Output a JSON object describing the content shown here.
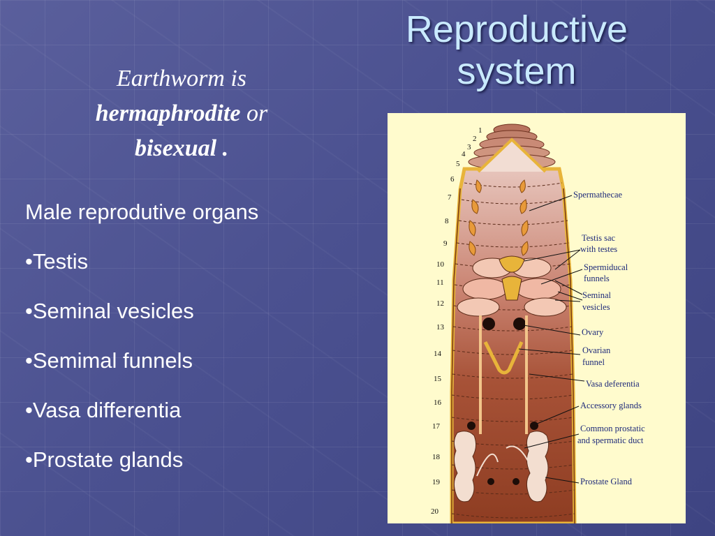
{
  "slide": {
    "title_line1": "Reproductive",
    "title_line2": "system",
    "intro": {
      "w1": "Earthworm is",
      "w2": "hermaphrodite",
      "w3": "or",
      "w4": "bisexual",
      "w5": "."
    },
    "list": [
      "Male reprodutive organs",
      "•Testis",
      "•Seminal vesicles",
      "•Semimal funnels",
      "•Vasa differentia",
      "•Prostate glands"
    ]
  },
  "figure": {
    "segment_numbers": [
      "1",
      "2",
      "3",
      "4",
      "5",
      "6",
      "7",
      "8",
      "9",
      "10",
      "11",
      "12",
      "13",
      "14",
      "15",
      "16",
      "17",
      "18",
      "19",
      "20"
    ],
    "labels": {
      "spermathecae": "Spermathecae",
      "testis_sac_1": "Testis sac",
      "testis_sac_2": "with testes",
      "spermiducal_1": "Spermiducal",
      "spermiducal_2": "funnels",
      "seminal_1": "Seminal",
      "seminal_2": "vesicles",
      "ovary": "Ovary",
      "ovarian_1": "Ovarian",
      "ovarian_2": "funnel",
      "vasa": "Vasa deferentia",
      "accessory": "Accessory glands",
      "common_1": "Common prostatic",
      "common_2": "and spermatic duct",
      "prostate": "Prostate Gland"
    }
  }
}
